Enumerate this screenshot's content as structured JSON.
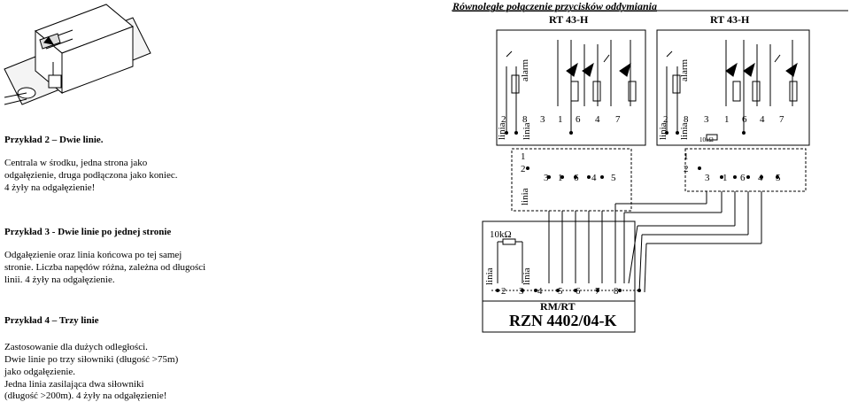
{
  "diagram": {
    "title": "Równoległe połączenie przycisków oddymiania",
    "rt_left": "RT 43-H",
    "rt_right": "RT 43-H",
    "resistor_label": "10kΩ",
    "controller_label": "RM/RT",
    "controller_model": "RZN 4402/04-K",
    "alarm_label": "alarm",
    "linia_label": "linia",
    "terminals_top": [
      "2",
      "8",
      "3",
      "1",
      "6",
      "4",
      "7"
    ],
    "terminals_mid": [
      "2",
      "3",
      "1",
      "6",
      "4",
      "5"
    ],
    "terminals_bottom": [
      "2",
      "3",
      "4",
      "5",
      "6",
      "7",
      "8"
    ],
    "terminal_one": "1",
    "small_resistor_label": "10kΩ"
  },
  "examples": [
    {
      "title": "Przykład 2 – Dwie linie.",
      "lines": [
        "Centrala w środku, jedna strona jako",
        "odgałęzienie, druga podłączona jako koniec.",
        "4 żyły na odgałęzienie!"
      ]
    },
    {
      "title": "Przykład 3 - Dwie linie po jednej stronie",
      "lines": [
        "Odgałęzienie oraz linia końcowa po tej samej",
        "stronie. Liczba napędów różna, zależna od długości",
        "linii. 4 żyły na odgałęzienie."
      ]
    },
    {
      "title": "Przykład 4 – Trzy linie",
      "lines": [
        "Zastosowanie dla dużych odległości.",
        "Dwie linie po trzy siłowniki (długość >75m)",
        "jako odgałęzienie.",
        "Jedna linia zasilająca dwa siłowniki",
        "(długość >200m). 4 żyły na odgałęzienie!"
      ]
    }
  ]
}
